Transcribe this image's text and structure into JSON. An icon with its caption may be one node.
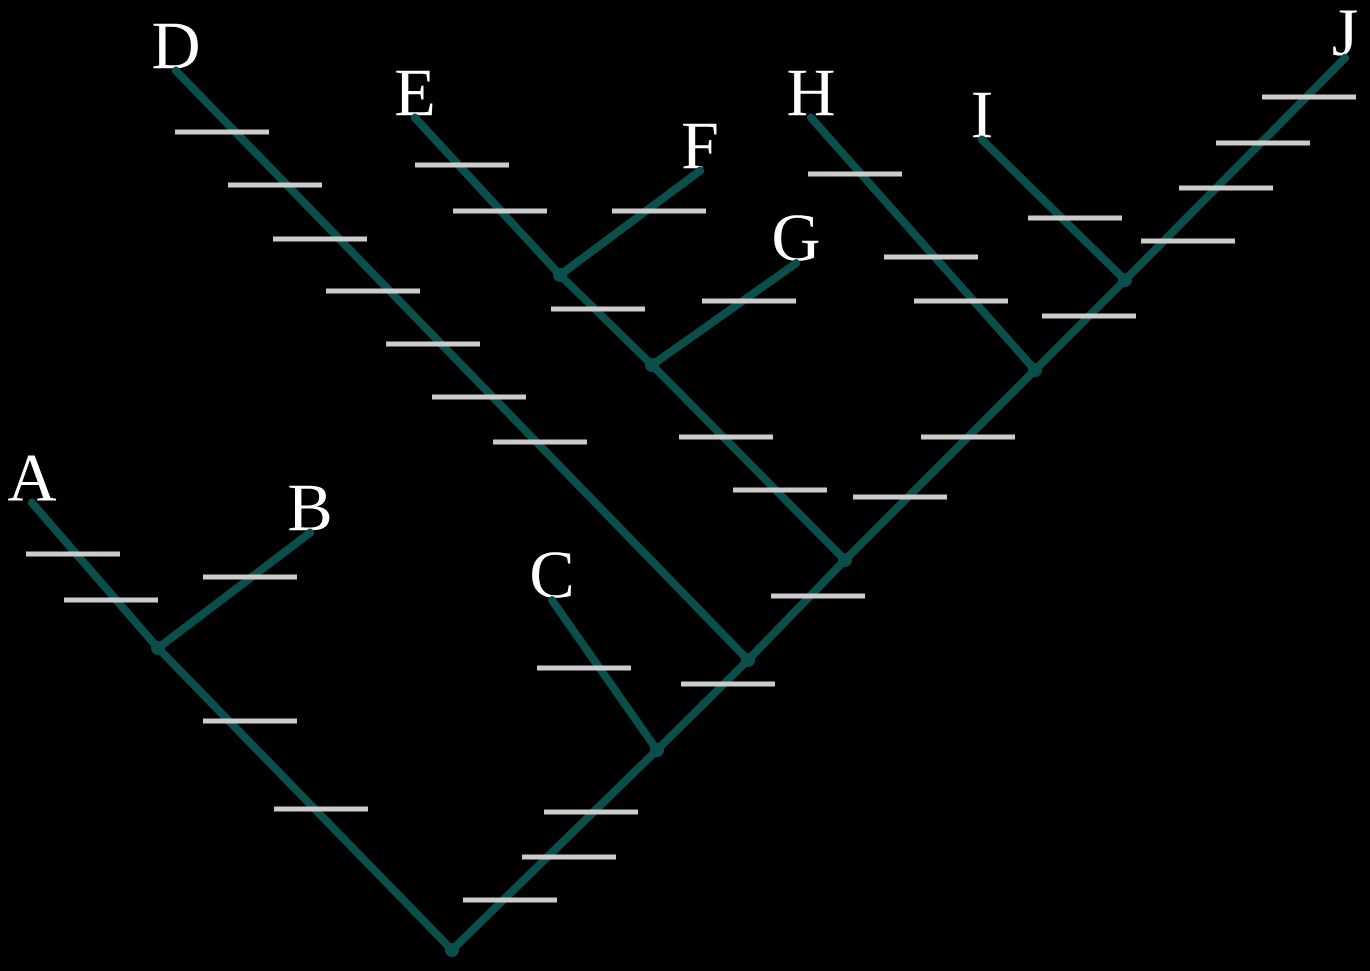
{
  "diagram": {
    "nodes": [
      {
        "text": [
          "A"
        ]
      },
      {
        "text": [
          "B"
        ]
      },
      {
        "text": [
          "C"
        ]
      },
      {
        "text": [
          "D"
        ]
      },
      {
        "text": [
          "E"
        ]
      },
      {
        "text": [
          "F"
        ]
      },
      {
        "text": [
          "G"
        ]
      },
      {
        "text": [
          "H"
        ]
      },
      {
        "text": [
          "I"
        ]
      },
      {
        "text": [
          "J"
        ]
      },
      {
        "text": [],
        "shape": "point"
      },
      {
        "text": [],
        "shape": "point"
      },
      {
        "text": [],
        "shape": "point"
      },
      {
        "text": [],
        "shape": "point"
      },
      {
        "text": [],
        "shape": "point"
      },
      {
        "text": [],
        "shape": "point"
      },
      {
        "text": [],
        "shape": "point"
      },
      {
        "text": [],
        "shape": "point"
      },
      {
        "text": [],
        "shape": "point"
      }
    ],
    "edges": [
      {
        "from": 10,
        "to": 11,
        "arrow": "none"
      },
      {
        "from": 11,
        "to": 0,
        "arrow": "none"
      },
      {
        "from": 11,
        "to": 1,
        "arrow": "none"
      },
      {
        "from": 10,
        "to": 12,
        "arrow": "none"
      },
      {
        "from": 12,
        "to": 2,
        "arrow": "none"
      },
      {
        "from": 12,
        "to": 13,
        "arrow": "none"
      },
      {
        "from": 13,
        "to": 3,
        "arrow": "none"
      },
      {
        "from": 13,
        "to": 14,
        "arrow": "none"
      },
      {
        "from": 14,
        "to": 15,
        "arrow": "none"
      },
      {
        "from": 15,
        "to": 6,
        "arrow": "none"
      },
      {
        "from": 15,
        "to": 16,
        "arrow": "none"
      },
      {
        "from": 16,
        "to": 5,
        "arrow": "none"
      },
      {
        "from": 16,
        "to": 4,
        "arrow": "none"
      },
      {
        "from": 14,
        "to": 17,
        "arrow": "none"
      },
      {
        "from": 17,
        "to": 7,
        "arrow": "none"
      },
      {
        "from": 17,
        "to": 18,
        "arrow": "none"
      },
      {
        "from": 18,
        "to": 8,
        "arrow": "none"
      },
      {
        "from": 18,
        "to": 9,
        "arrow": "none"
      }
    ]
  }
}
